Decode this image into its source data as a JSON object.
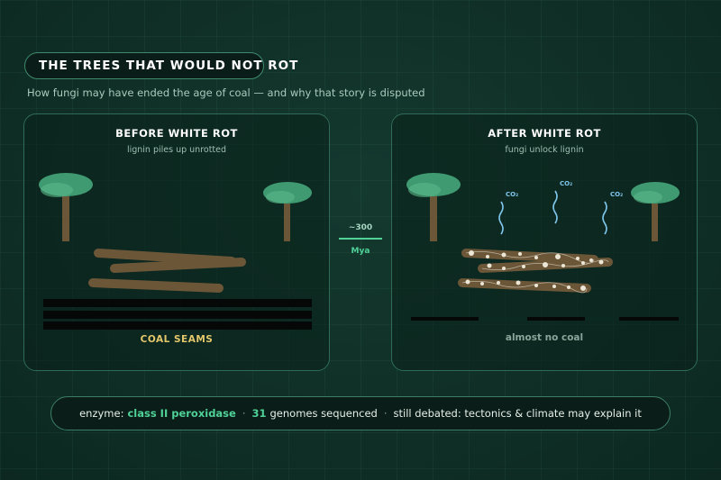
{
  "header": {
    "title": "THE TREES THAT WOULD NOT ROT",
    "subtitle": "How fungi may have ended the age of coal — and why that story is disputed"
  },
  "before_panel": {
    "title": "BEFORE WHITE ROT",
    "subtitle": "lignin piles up unrotted",
    "coal_label": "COAL SEAMS"
  },
  "after_panel": {
    "title": "AFTER WHITE ROT",
    "subtitle": "fungi unlock lignin",
    "co2_labels": [
      "CO₂",
      "CO₂",
      "CO₂"
    ],
    "coal_label": "almost no coal"
  },
  "timeline": {
    "value": "~300",
    "unit": "Mya"
  },
  "footer": {
    "enzyme_label": "enzyme:",
    "enzyme_value": "class II peroxidase",
    "separator": "·",
    "genome_count": "31",
    "genome_text": "genomes sequenced",
    "debate_text": "still debated: tectonics & climate may explain it"
  },
  "colors": {
    "background": "#0f3027",
    "accent_green": "#4fd197",
    "coal_gold": "#e3c76a",
    "co2_blue": "#7fc6ec",
    "log_brown": "#6b5638",
    "canopy_green": "#3f9a72"
  },
  "icons": [
    "tree-icon",
    "log-icon",
    "coal-seam-icon",
    "co2-wisp-icon",
    "fungal-spot-icon"
  ]
}
